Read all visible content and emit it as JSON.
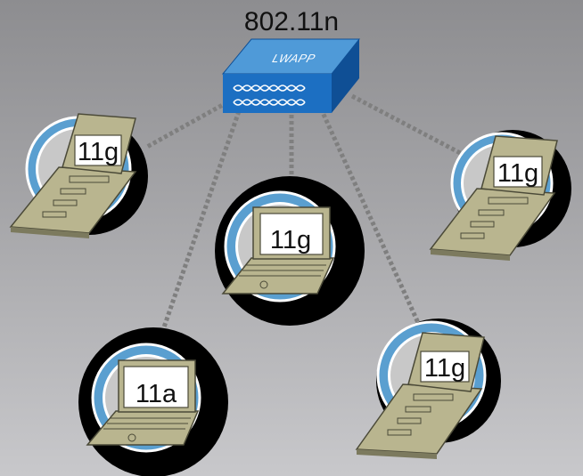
{
  "title": "802.11n",
  "access_point": {
    "label": "LWAPP"
  },
  "clients": [
    {
      "label": "11g"
    },
    {
      "label": "11g"
    },
    {
      "label": "11g"
    },
    {
      "label": "11a"
    },
    {
      "label": "11g"
    }
  ],
  "colors": {
    "ring_outer": "#000000",
    "ring_blue": "#5a9fd0",
    "ring_inner": "#ffffff",
    "laptop_body": "#b9b58f",
    "laptop_dark": "#7c7a5e",
    "screen": "#ffffff",
    "link": "#7f7f7f",
    "ap_top": "#4f9ad8",
    "ap_front": "#1c6fc2",
    "ap_side": "#0f4f95"
  }
}
